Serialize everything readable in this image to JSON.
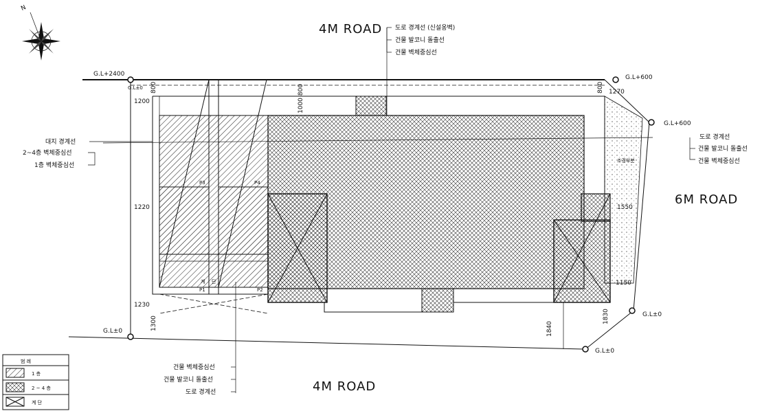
{
  "roads": {
    "top": "4M ROAD",
    "right": "6M ROAD",
    "bottom": "4M ROAD"
  },
  "levels": {
    "top_left_plus": "G.L+2400",
    "top_left_zero": "G.L±0",
    "top_right": "G.L+600",
    "right_mid": "G.L+600",
    "bottom_left": "G.L±0",
    "bottom_right_a": "G.L±0",
    "bottom_right_b": "G.L±0"
  },
  "notes": {
    "top": [
      "도로 경계선 (신설옹벽)",
      "건물 발코니 돌출선",
      "건물 벽체중심선"
    ],
    "left": [
      "대지 경계선",
      "2~4층 벽체중심선",
      "1층 벽체중심선"
    ],
    "right": [
      "도로 경계선",
      "건물 발코니 돌출선",
      "건물 벽체중심선"
    ],
    "bottom": [
      "건물 벽체중심선",
      "건물 발코니 돌출선",
      "도로 경계선"
    ]
  },
  "dimensions": {
    "top_left_v": "800",
    "top_mid_v": "1000 800",
    "top_right_v": "800",
    "top_right_h": "1270",
    "left_1200": "1200",
    "left_1220": "1220",
    "left_1230": "1230",
    "left_1300": "1300",
    "right_1550": "1550",
    "right_1150": "1150",
    "bottom_1840": "1840",
    "bottom_1830": "1830"
  },
  "markers": {
    "p1": "P1",
    "p2": "P2",
    "p3": "P3",
    "p4": "P4",
    "inner_a": "계",
    "inner_b": "단",
    "garden": "조경부분"
  },
  "legend": {
    "header": "범      례",
    "items": [
      "1      층",
      "2 ~ 4 층",
      "계      단"
    ]
  },
  "compass": {
    "label": "N"
  }
}
